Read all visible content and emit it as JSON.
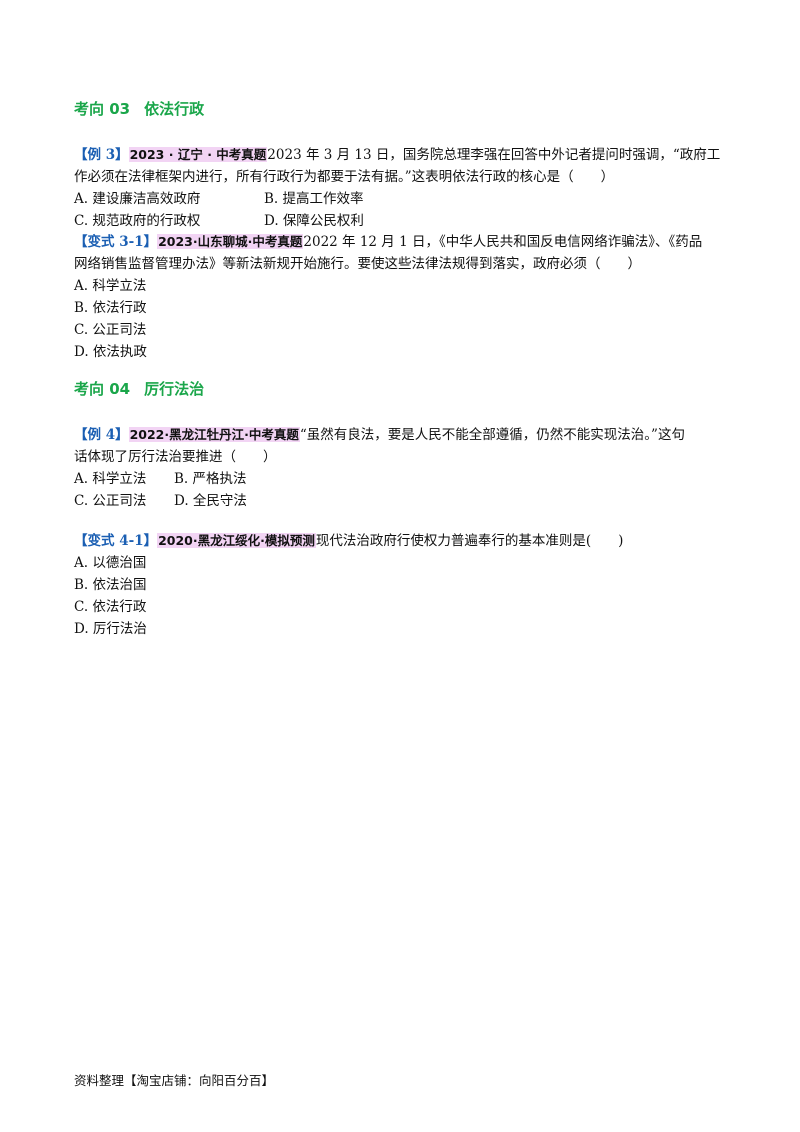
{
  "s3": {
    "title_code": "考向 03",
    "title_text": "依法行政",
    "ex3": {
      "tag": "【例 3】",
      "source": "2023 · 辽宁 · 中考真题",
      "line1": "2023 年 3 月 13 日，国务院总理李强在回答中外记者提问时强调，“政府工",
      "line2": "作必须在法律框架内进行，所有行政行为都要于法有据。”这表明依法行政的核心是（　　）",
      "opt_a": "A. 建设廉洁高效政府",
      "opt_b": "B. 提高工作效率",
      "opt_c": "C. 规范政府的行政权",
      "opt_d": "D. 保障公民权利"
    },
    "var31": {
      "tag": "【变式 3-1】",
      "source": "2023·山东聊城·中考真题",
      "line1": "2022 年 12 月 1 日，《中华人民共和国反电信网络诈骗法》、《药品",
      "line2": "网络销售监督管理办法》等新法新规开始施行。要使这些法律法规得到落实，政府必须（　　）",
      "opt_a": "A. 科学立法",
      "opt_b": "B. 依法行政",
      "opt_c": "C. 公正司法",
      "opt_d": "D. 依法执政"
    }
  },
  "s4": {
    "title_code": "考向 04",
    "title_text": "厉行法治",
    "ex4": {
      "tag": "【例 4】",
      "source": "2022·黑龙江牡丹江·中考真题",
      "line1": "“虽然有良法，要是人民不能全部遵循，仍然不能实现法治。”这句",
      "line2": "话体现了厉行法治要推进（　　）",
      "opt_a": "A. 科学立法",
      "opt_b": "B. 严格执法",
      "opt_c": "C. 公正司法",
      "opt_d": "D. 全民守法"
    },
    "var41": {
      "tag": "【变式 4-1】",
      "source": "2020·黑龙江绥化·模拟预测",
      "line1": "现代法治政府行使权力普遍奉行的基本准则是(　　)",
      "opt_a": "A. 以德治国",
      "opt_b": "B. 依法治国",
      "opt_c": "C. 依法行政",
      "opt_d": "D. 厉行法治"
    }
  },
  "footer": "资料整理【淘宝店铺：向阳百分百】"
}
